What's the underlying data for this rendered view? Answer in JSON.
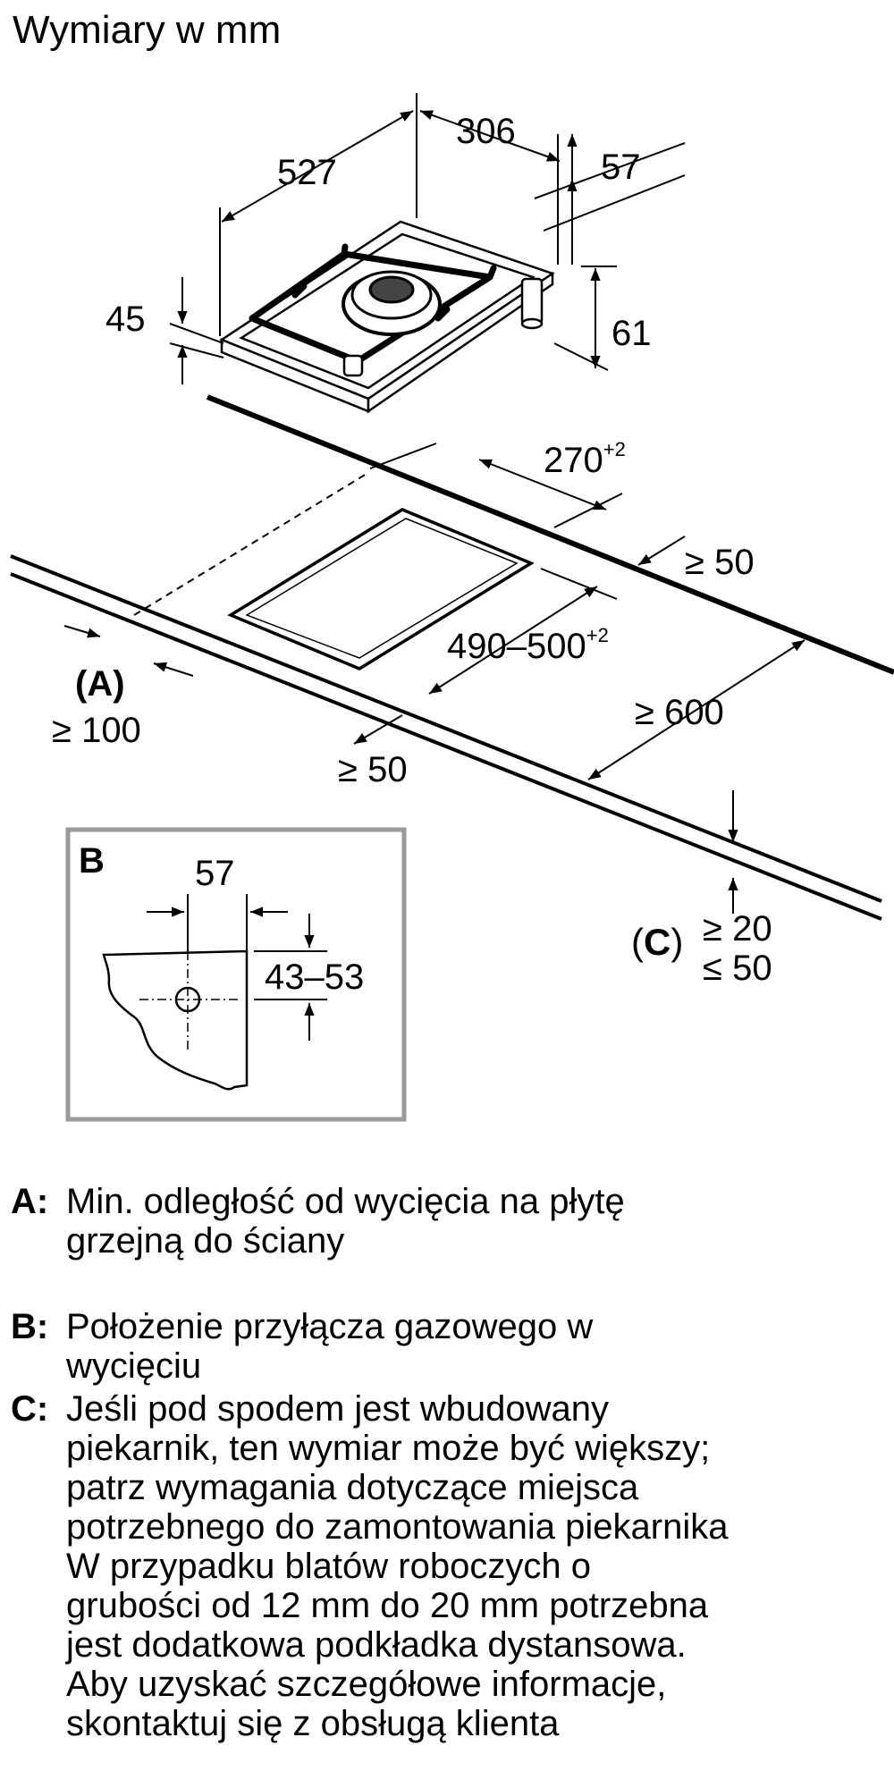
{
  "title": "Wymiary w mm",
  "dimensions": {
    "hob_width": "306",
    "hob_depth": "527",
    "burner_offset": "57",
    "hob_height_front": "45",
    "hob_height_total": "61",
    "cutout_width": "270",
    "cutout_width_tol": "+2",
    "cutout_depth": "490–500",
    "cutout_depth_tol": "+2",
    "rear_clearance": "≥ 50",
    "front_clearance": "≥ 50",
    "side_clearance_wall": "≥ 100",
    "side_clearance": "≥ 600",
    "worktop_thickness_min": "≥ 20",
    "worktop_thickness_max": "≤ 50"
  },
  "labels": {
    "a": "(A)",
    "c_open": "(",
    "c_letter": "C",
    "c_close": ")"
  },
  "detail_b": {
    "label": "B",
    "offset": "57",
    "height_range": "43–53"
  },
  "legend": {
    "a": {
      "key": "A:",
      "lines": [
        "Min. odległość od wycięcia na płytę",
        "grzejną do ściany"
      ]
    },
    "b": {
      "key": "B:",
      "lines": [
        "Położenie przyłącza gazowego w",
        "wycięciu"
      ]
    },
    "c": {
      "key": "C:",
      "lines": [
        "Jeśli pod spodem jest wbudowany",
        "piekarnik, ten wymiar może być większy;",
        "patrz wymagania dotyczące miejsca",
        "potrzebnego do zamontowania piekarnika",
        "W przypadku blatów roboczych o",
        "grubości od 12 mm do 20 mm potrzebna",
        "jest dodatkowa podkładka dystansowa.",
        "Aby uzyskać szczegółowe informacje,",
        "skontaktuj się z obsługą klienta"
      ]
    }
  }
}
